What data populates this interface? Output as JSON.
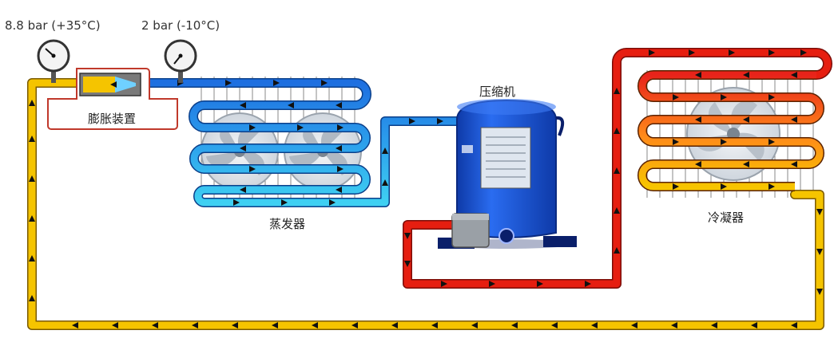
{
  "labels": {
    "high_pressure": "8.8 bar (+35°C)",
    "low_pressure": "2 bar (-10°C)",
    "expansion_device": "膨胀装置",
    "evaporator": "蒸发器",
    "compressor": "压缩机",
    "condenser": "冷凝器"
  },
  "colors": {
    "liquid_line": "#f5c400",
    "evaporator_line": "#1e7fe0",
    "suction_line": "#35c8ee",
    "discharge_line": "#e61e10",
    "condenser_mid": "#ff8a1a",
    "compressor_body": "#1b55d8"
  },
  "icons": [
    "pressure-gauge-icon",
    "fan-icon",
    "flow-arrow-icon",
    "compressor-icon"
  ]
}
